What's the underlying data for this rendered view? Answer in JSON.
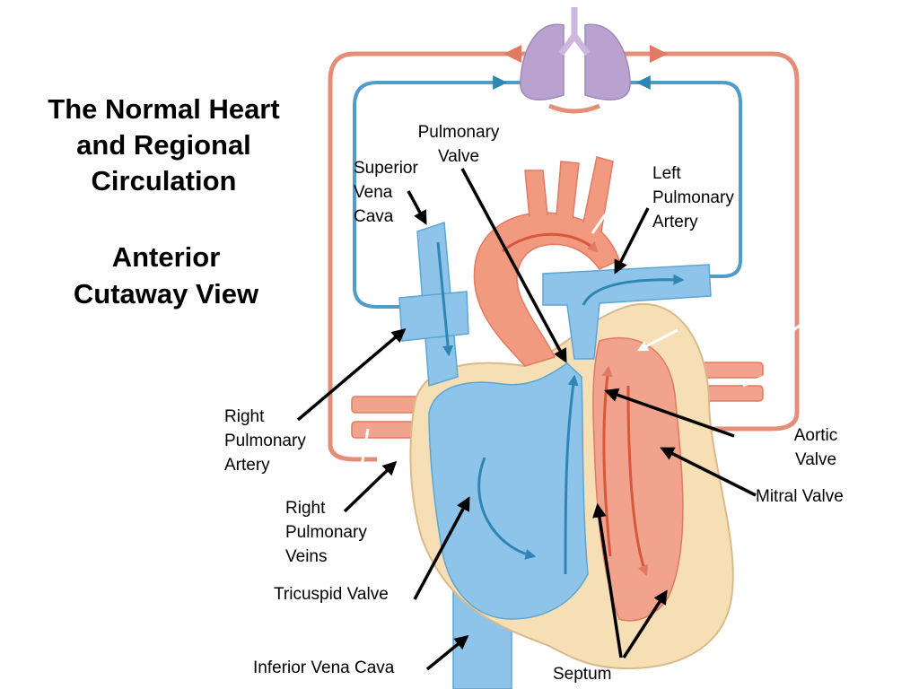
{
  "title": {
    "line1": "The Normal Heart",
    "line2": "and Regional",
    "line3": "Circulation"
  },
  "subtitle": {
    "line1": "Anterior",
    "line2": "Cutaway View"
  },
  "labels": {
    "pulmonary_valve": [
      "Pulmonary",
      "Valve"
    ],
    "superior_vena_cava": [
      "Superior",
      "Vena",
      "Cava"
    ],
    "left_pulmonary_artery": [
      "Left",
      "Pulmonary",
      "Artery"
    ],
    "right_pulmonary_artery": [
      "Right",
      "Pulmonary",
      "Artery"
    ],
    "aortic_valve": [
      "Aortic",
      "Valve"
    ],
    "mitral_valve": "Mitral Valve",
    "right_pulmonary_veins": [
      "Right",
      "Pulmonary",
      "Veins"
    ],
    "tricuspid_valve": "Tricuspid Valve",
    "inferior_vena_cava": "Inferior Vena Cava",
    "septum": "Septum"
  },
  "colors": {
    "oxygenated_blood": "#f08a6c",
    "deoxygenated_blood": "#8ec3ea",
    "lungs": "#b9a2cf",
    "myocardium": "#f6dfb4",
    "pointer": "#000000"
  }
}
